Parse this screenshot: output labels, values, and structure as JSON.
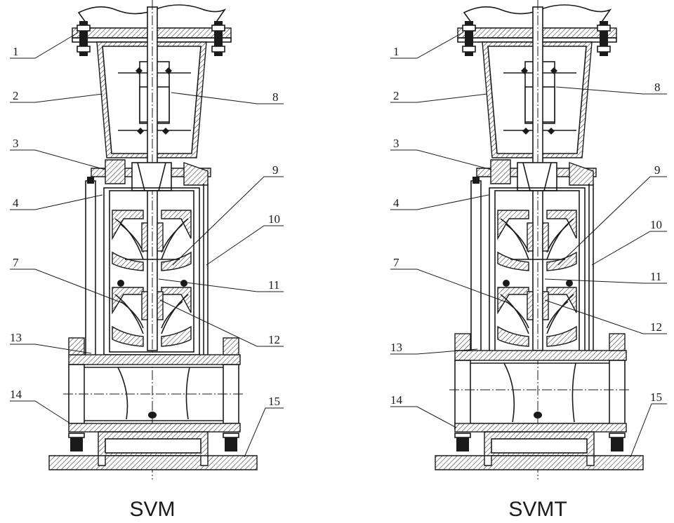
{
  "figures": [
    {
      "title": "SVM",
      "labels_left": [
        "1",
        "2",
        "3",
        "4",
        "7",
        "13",
        "14"
      ],
      "labels_right": [
        "8",
        "9",
        "10",
        "11",
        "12",
        "15"
      ]
    },
    {
      "title": "SVMT",
      "labels_left": [
        "1",
        "2",
        "3",
        "4",
        "7",
        "13",
        "14"
      ],
      "labels_right": [
        "8",
        "9",
        "10",
        "11",
        "12",
        "15"
      ]
    }
  ]
}
